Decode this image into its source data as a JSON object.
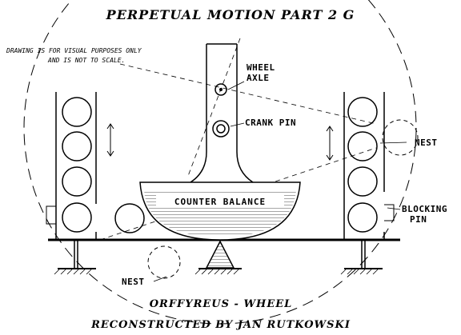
{
  "title": "PERPETUAL MOTION PART 2 G",
  "disclaimer": {
    "line1": "DRAWING IS FOR VISUAL  PURPOSES ONLY",
    "line2": "AND IS NOT TO SCALE."
  },
  "labels": {
    "wheel": "WHEEL",
    "axle": "AXLE",
    "crank_pin": "CRANK PIN",
    "nest_right": "NEST",
    "blocking": "BLOCKING",
    "pin": "PIN",
    "nest_bottom": "NEST",
    "counter_balance": "COUNTER BALANCE"
  },
  "credits": {
    "line1": "ORFFYREUS  -  WHEEL",
    "line2": "RECONSTRUCTED BY JAN RUTKOWSKI"
  }
}
